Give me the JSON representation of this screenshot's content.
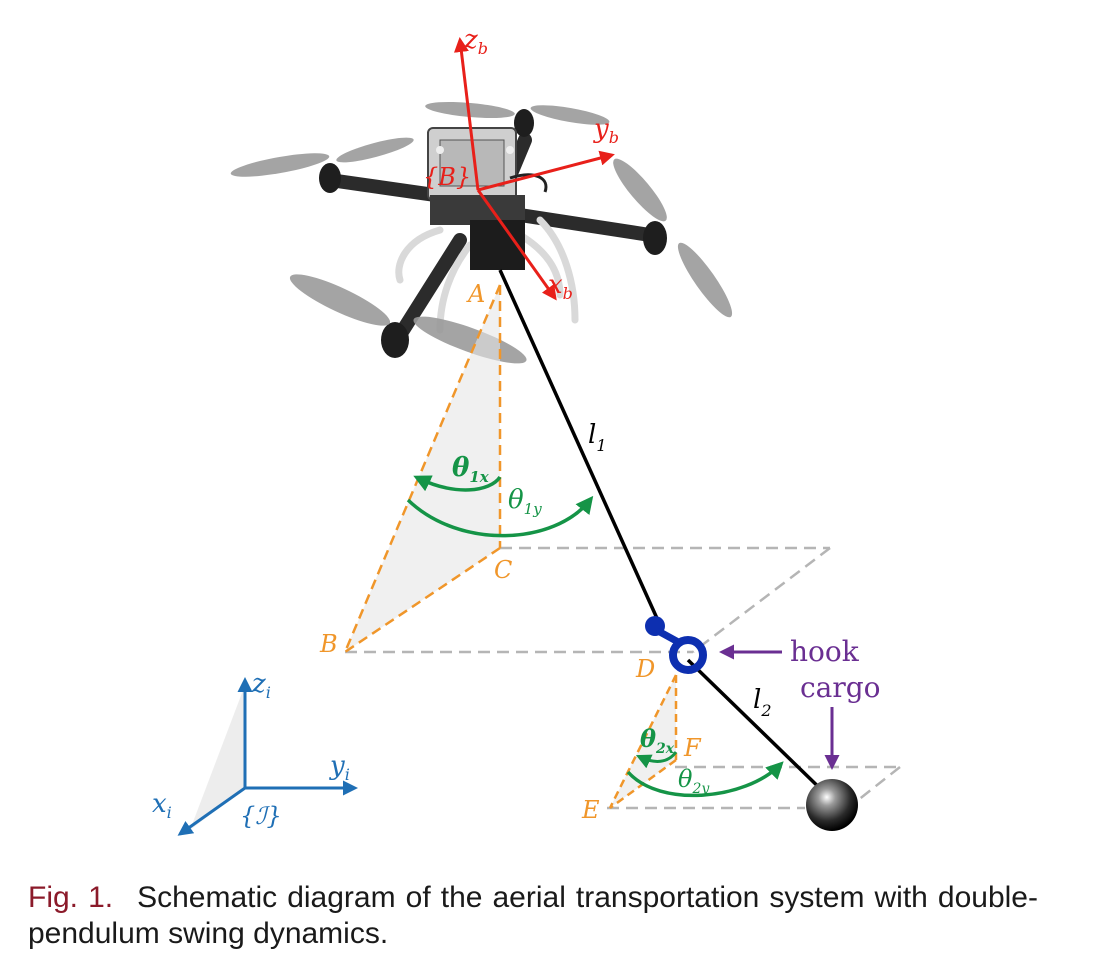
{
  "colors": {
    "body_frame": "#e8201a",
    "inertial_frame": "#1f6fb5",
    "angle": "#159447",
    "construction": "#f0962a",
    "grid": "#b5b5b5",
    "callout": "#6a2f92",
    "hook": "#0d2fb0",
    "cable": "#000000",
    "caption_label": "#8b1a2a"
  },
  "body_frame": {
    "x": "x",
    "y": "y",
    "z": "z",
    "sub": "b",
    "origin": "{B}"
  },
  "inertial_frame": {
    "x": "x",
    "y": "y",
    "z": "z",
    "sub": "i",
    "origin": "{ℐ}"
  },
  "points": {
    "A": "A",
    "B": "B",
    "C": "C",
    "D": "D",
    "E": "E",
    "F": "F"
  },
  "cables": {
    "l1": "l",
    "l1_sub": "1",
    "l2": "l",
    "l2_sub": "2"
  },
  "angles": {
    "theta": "θ",
    "t1x_sub": "1x",
    "t1y_sub": "1y",
    "t2x_sub": "2x",
    "t2y_sub": "2y"
  },
  "callouts": {
    "hook": "hook",
    "cargo": "cargo"
  },
  "caption": {
    "label": "Fig. 1.",
    "text": "Schematic diagram of the aerial transportation system with double-pendulum swing dynamics."
  },
  "icons": [
    "quadrotor-icon",
    "hook-icon",
    "cargo-ball-icon"
  ]
}
